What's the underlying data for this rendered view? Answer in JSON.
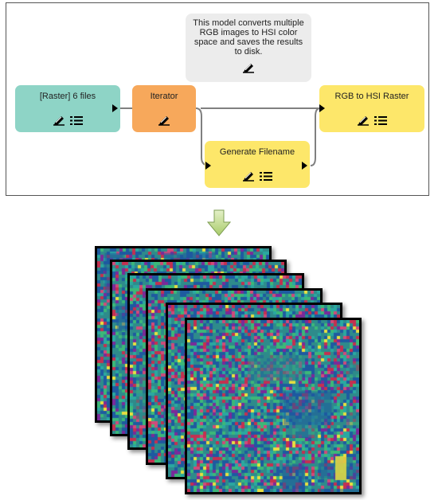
{
  "workflow": {
    "comment_text": "This model converts multiple RGB images to HSI color space and saves the results to disk.",
    "nodes": {
      "raster": {
        "label": "[Raster] 6 files",
        "color": "#8ed4c6"
      },
      "iterator": {
        "label": "Iterator",
        "color": "#f7a85b"
      },
      "rgb_to_hsi": {
        "label": "RGB to HSI Raster",
        "color": "#fde76a"
      },
      "generate_filename": {
        "label": "Generate Filename",
        "color": "#fde76a"
      }
    },
    "icons": [
      "edit-icon",
      "list-icon",
      "arrow-down-icon"
    ],
    "line_color": "#808080"
  },
  "output_stack": {
    "count": 6,
    "palette": [
      "#2e8b8b",
      "#1e5aa0",
      "#c43050",
      "#3cb878",
      "#7a2a9a",
      "#e8e040",
      "#d04a7a",
      "#2aa8a0"
    ]
  }
}
